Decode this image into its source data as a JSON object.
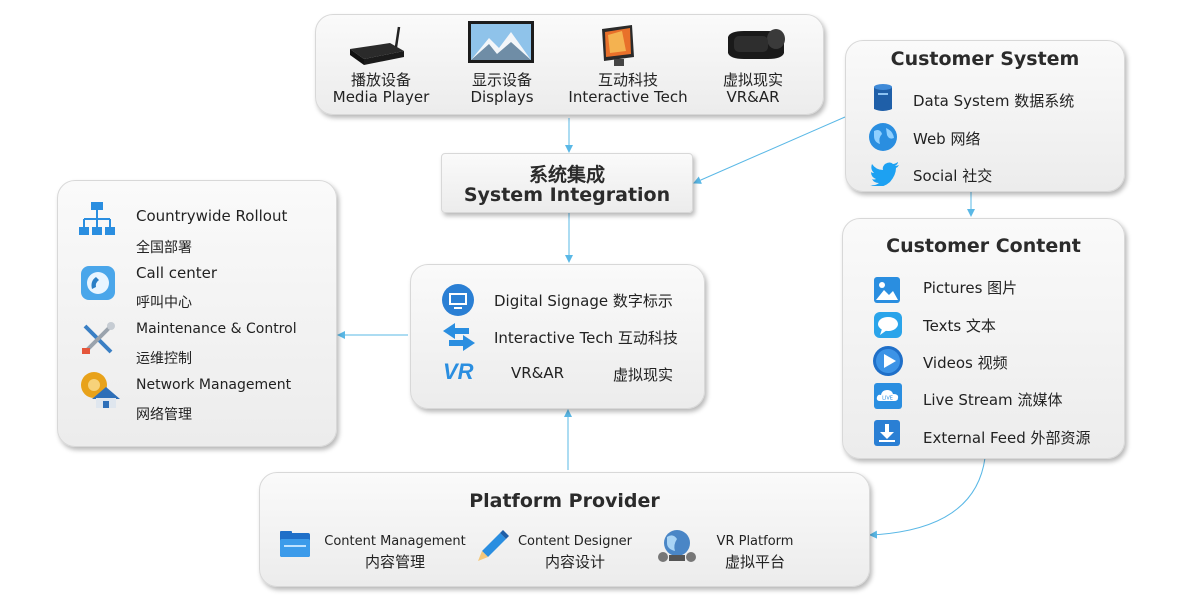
{
  "devices": [
    {
      "icon": "media-player-icon",
      "cn": "播放设备",
      "en": "Media Player"
    },
    {
      "icon": "display-icon",
      "cn": "显示设备",
      "en": "Displays"
    },
    {
      "icon": "interactive-tablet-icon",
      "cn": "互动科技",
      "en": "Interactive Tech"
    },
    {
      "icon": "vr-headset-icon",
      "cn": "虚拟现实",
      "en": "VR&AR"
    }
  ],
  "integration": {
    "cn": "系统集成",
    "en": "System Integration"
  },
  "customer_system": {
    "title": "Customer System",
    "items": [
      {
        "icon": "database-icon",
        "label": "Data System 数据系统"
      },
      {
        "icon": "globe-icon",
        "label": "Web 网络"
      },
      {
        "icon": "twitter-icon",
        "label": "Social 社交"
      }
    ]
  },
  "rollout": {
    "items": [
      {
        "icon": "network-tree-icon",
        "en": "Countrywide Rollout",
        "cn": "全国部署"
      },
      {
        "icon": "call-center-icon",
        "en": "Call center",
        "cn": "呼叫中心"
      },
      {
        "icon": "tools-icon",
        "en": "Maintenance & Control",
        "cn": "运维控制"
      },
      {
        "icon": "network-house-icon",
        "en": "Network Management",
        "cn": "网络管理"
      }
    ]
  },
  "signage": {
    "items": [
      {
        "icon": "monitor-icon",
        "label": "Digital Signage 数字标示"
      },
      {
        "icon": "arrows-swap-icon",
        "label": "Interactive Tech 互动科技"
      },
      {
        "icon": "vr-logo-icon",
        "label": "VR&AR",
        "label2": "虚拟现实",
        "logo_text": "VR"
      }
    ]
  },
  "customer_content": {
    "title": "Customer Content",
    "items": [
      {
        "icon": "picture-icon",
        "label": "Pictures  图片"
      },
      {
        "icon": "chat-bubble-icon",
        "label": "Texts 文本"
      },
      {
        "icon": "play-icon",
        "label": "Videos  视频"
      },
      {
        "icon": "live-cloud-icon",
        "label": "Live Stream 流媒体",
        "badge": "LIVE"
      },
      {
        "icon": "download-icon",
        "label": "External Feed 外部资源"
      }
    ]
  },
  "platform": {
    "title": "Platform Provider",
    "items": [
      {
        "icon": "folder-icon",
        "en": "Content Management",
        "cn": "内容管理"
      },
      {
        "icon": "pencil-icon",
        "en": "Content Designer",
        "cn": "内容设计"
      },
      {
        "icon": "vr-globe-icon",
        "en": "VR Platform",
        "cn": "虚拟平台"
      }
    ]
  },
  "colors": {
    "arrow": "#5ab8e6",
    "accent": "#1e88d4",
    "box_border": "#d8d8d8"
  }
}
